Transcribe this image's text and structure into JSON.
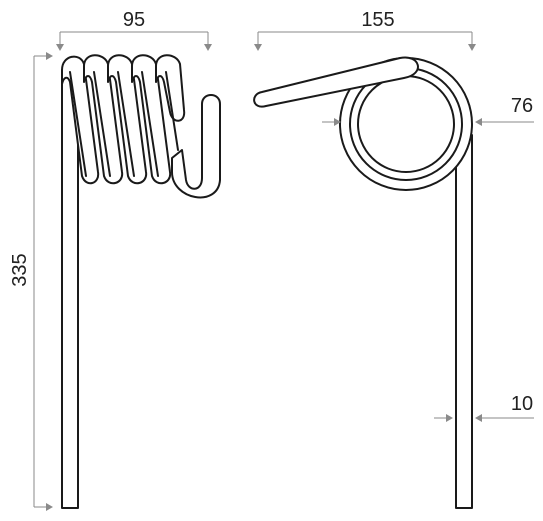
{
  "dimensions": {
    "coil_width": "95",
    "total_width": "155",
    "coil_diameter": "76",
    "wire_diameter": "10",
    "total_height": "335"
  },
  "colors": {
    "wire": "#1a1a1a",
    "dimension_line": "#8a8a8a",
    "background": "#ffffff"
  }
}
